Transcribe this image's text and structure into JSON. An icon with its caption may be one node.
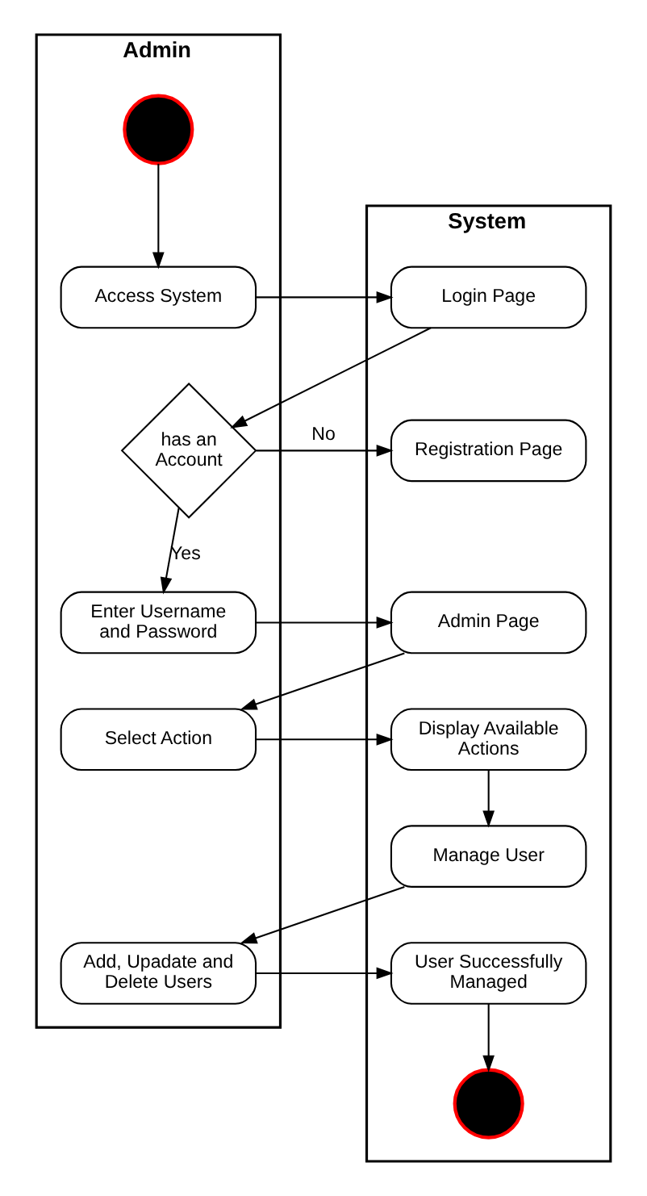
{
  "diagram": {
    "nodes": [
      {
        "text": [
          "Admin"
        ]
      },
      {
        "text": [
          "System"
        ]
      },
      {
        "text": [],
        "shape": "circle",
        "in": 0
      },
      {
        "text": [
          "Access System"
        ],
        "in": 0
      },
      {
        "text": [
          "Login Page"
        ],
        "in": 1
      },
      {
        "text": [
          "has an Account"
        ],
        "in": 0
      },
      {
        "text": [
          "Registration Page"
        ],
        "in": 1
      },
      {
        "text": [
          "Enter Username and Password"
        ],
        "in": 0
      },
      {
        "text": [
          "Admin Page"
        ],
        "in": 1
      },
      {
        "text": [
          "Select Action"
        ],
        "in": 0
      },
      {
        "text": [
          "Display Available Actions"
        ],
        "in": 1
      },
      {
        "text": [
          "Manage User"
        ],
        "in": 1
      },
      {
        "text": [
          "Add, Upadate and Delete Users"
        ],
        "in": 0
      },
      {
        "text": [
          "User Successfully Managed"
        ],
        "in": 1
      },
      {
        "text": [],
        "shape": "circle",
        "in": 1
      }
    ],
    "edges": [
      {
        "from": 2,
        "to": 3,
        "arrow": "to"
      },
      {
        "from": 3,
        "to": 4,
        "arrow": "to"
      },
      {
        "from": 4,
        "to": 5,
        "arrow": "to"
      },
      {
        "from": 5,
        "to": 6,
        "arrow": "to",
        "label": "No"
      },
      {
        "from": 5,
        "to": 7,
        "arrow": "to",
        "label": "Yes"
      },
      {
        "from": 7,
        "to": 8,
        "arrow": "to"
      },
      {
        "from": 8,
        "to": 9,
        "arrow": "to"
      },
      {
        "from": 9,
        "to": 10,
        "arrow": "to"
      },
      {
        "from": 10,
        "to": 11,
        "arrow": "to"
      },
      {
        "from": 11,
        "to": 12,
        "arrow": "to"
      },
      {
        "from": 12,
        "to": 13,
        "arrow": "to"
      },
      {
        "from": 13,
        "to": 14,
        "arrow": "to"
      }
    ]
  }
}
